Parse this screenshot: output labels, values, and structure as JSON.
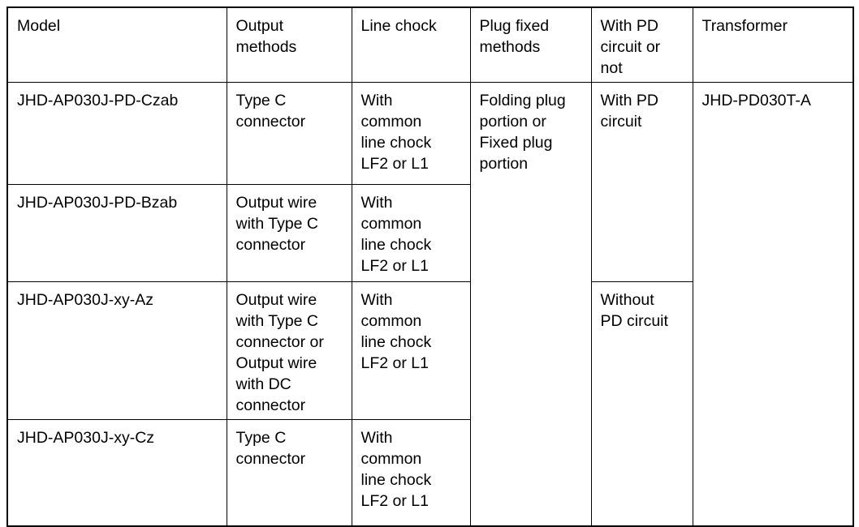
{
  "document": {
    "type": "specification-table",
    "background_color": "#ffffff",
    "text_color": "#000000",
    "border_color": "#000000"
  },
  "table": {
    "columns": [
      {
        "key": "model",
        "header": "Model"
      },
      {
        "key": "output",
        "header": "Output\nmethods"
      },
      {
        "key": "line_chock",
        "header": "Line chock"
      },
      {
        "key": "plug_fixed",
        "header": "Plug fixed\nmethods"
      },
      {
        "key": "pd_circuit",
        "header": "With PD\ncircuit or\nnot"
      },
      {
        "key": "transformer",
        "header": "Transformer"
      }
    ],
    "rows": [
      {
        "model": "JHD-AP030J-PD-Czab",
        "output": "Type C\nconnector",
        "line_chock": "With\ncommon\nline chock\nLF2 or L1",
        "plug_fixed": "Folding plug\nportion or\nFixed plug\nportion",
        "pd_circuit": "With PD\ncircuit",
        "transformer": "JHD-PD030T-A"
      },
      {
        "model": "JHD-AP030J-PD-Bzab",
        "output": "Output wire\nwith Type C\nconnector",
        "line_chock": "With\ncommon\nline chock\nLF2 or L1"
      },
      {
        "model": "JHD-AP030J-xy-Az",
        "output": "Output wire\nwith Type C\nconnector or\nOutput wire\nwith DC\nconnector",
        "line_chock": "With\ncommon\nline chock\nLF2 or L1",
        "pd_circuit": "Without\nPD circuit"
      },
      {
        "model": "JHD-AP030J-xy-Cz",
        "output": "Type C\nconnector",
        "line_chock": "With\ncommon\nline chock\nLF2 or L1"
      }
    ],
    "merges": {
      "plug_fixed_rowspan": 4,
      "transformer_rowspan": 4,
      "pd_circuit_row1_rowspan": 2,
      "pd_circuit_row3_rowspan": 2
    }
  }
}
